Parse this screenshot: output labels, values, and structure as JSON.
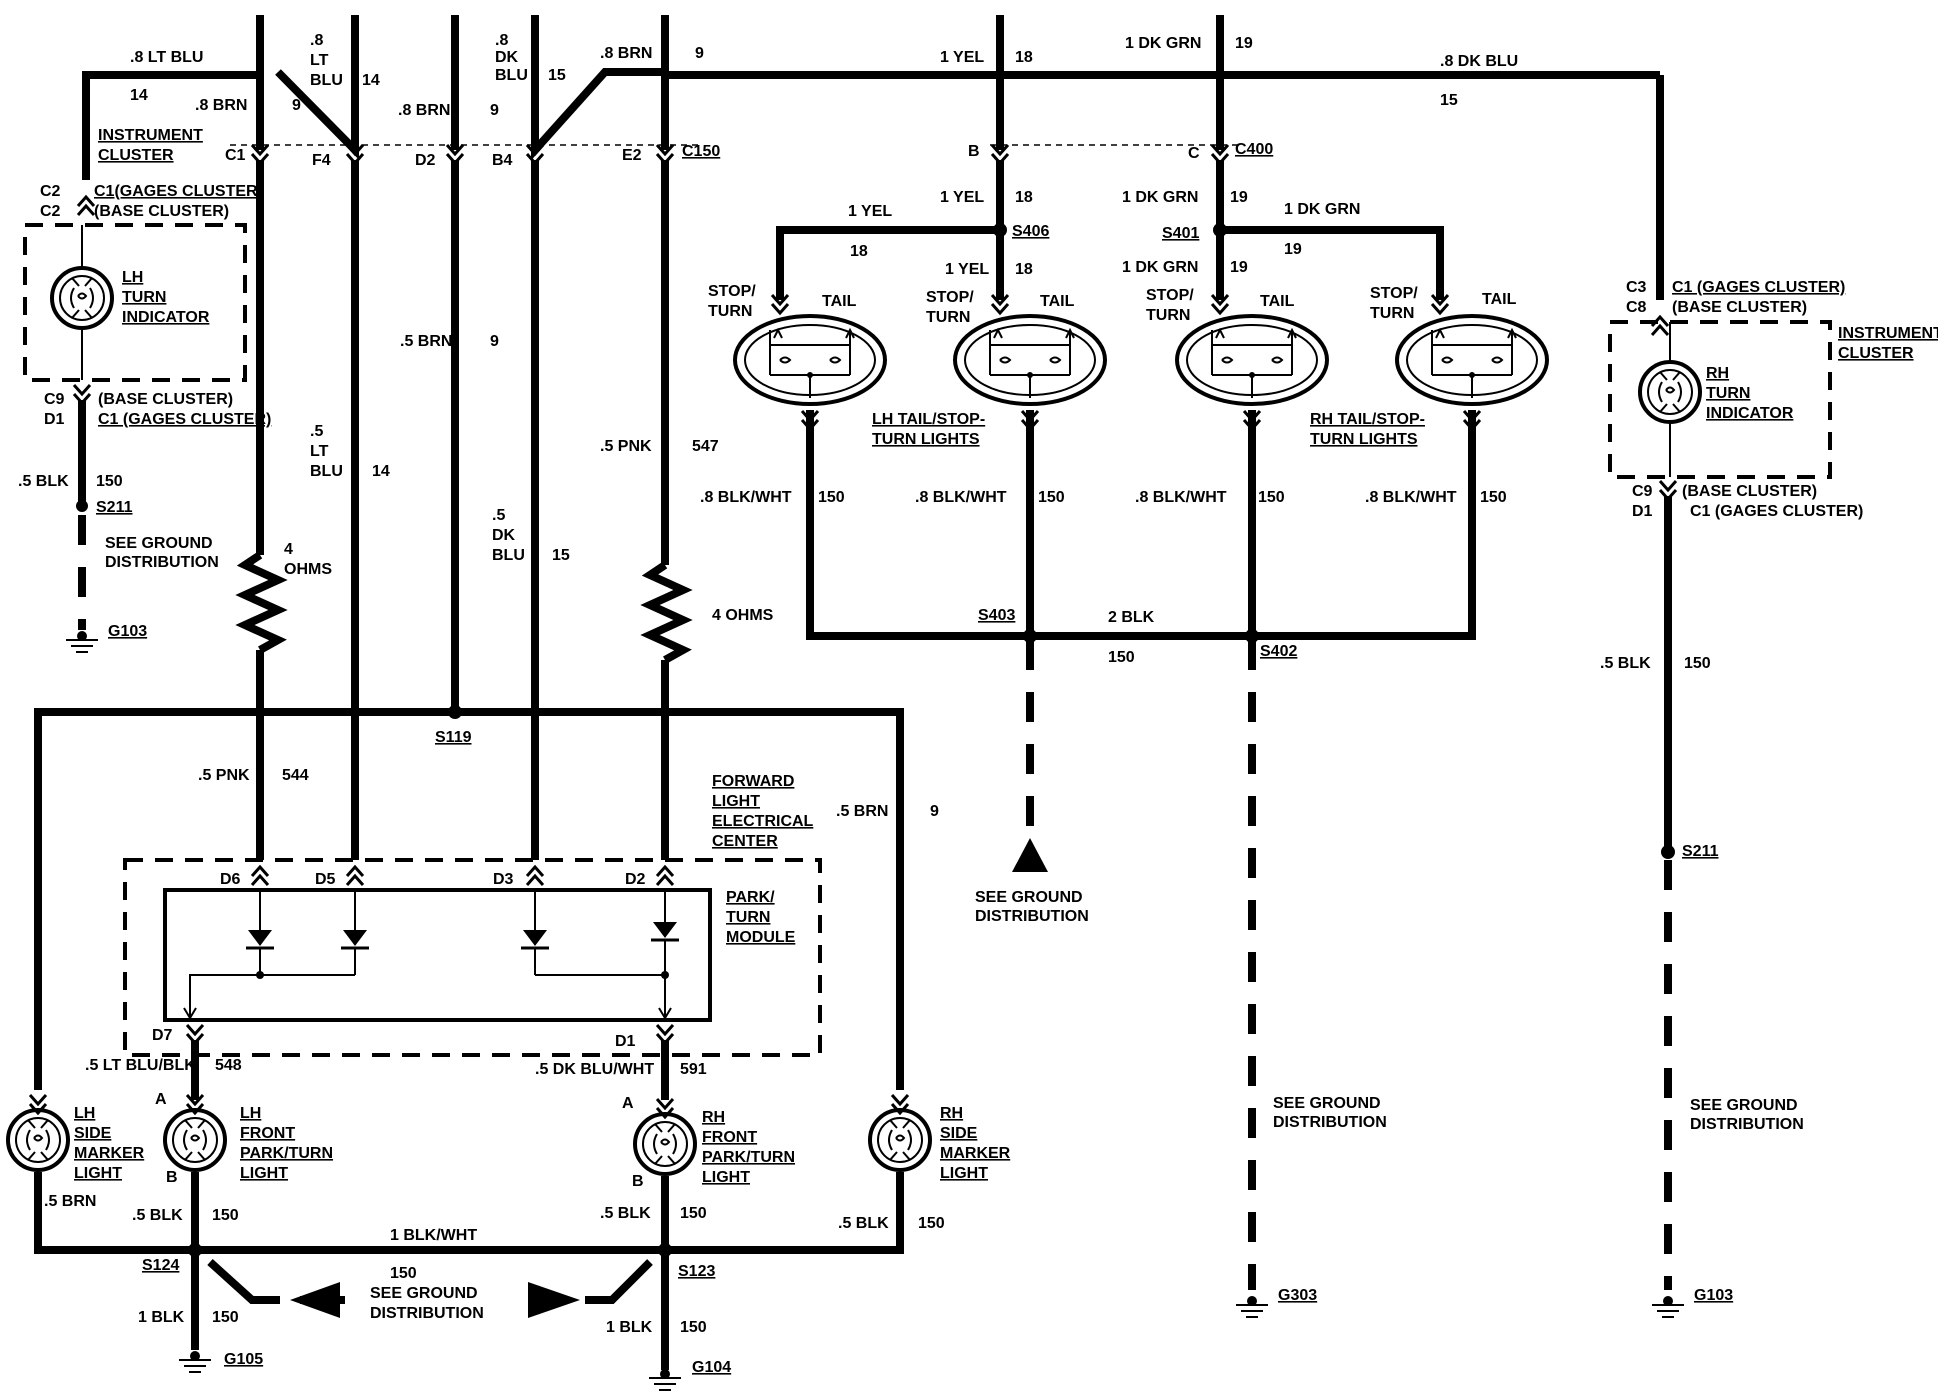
{
  "top_wires": {
    "lt_blu_8": ".8 LT BLU",
    "c14": "14",
    "brn_8": ".8 BRN",
    "c9": "9",
    "lt_8": ".8",
    "lt": "LT",
    "blu": "BLU",
    "c14b": "14",
    "brn_8b": ".8 BRN",
    "c9b": "9",
    "dk_8": ".8",
    "dk": "DK",
    "dkblu": "BLU",
    "c15": "15",
    "brn_8c": ".8 BRN",
    "c9c": "9",
    "yel_1": "1 YEL",
    "c18": "18",
    "dkgrn_1": "1 DK GRN",
    "c19": "19",
    "dkblu_8": ".8 DK BLU",
    "c15b": "15"
  },
  "connector_pins": {
    "c1": "C1",
    "f4": "F4",
    "d2": "D2",
    "b4": "B4",
    "e2": "E2",
    "c150": "C150",
    "b": "B",
    "c": "C",
    "c400": "C400"
  },
  "lh_cluster": {
    "title1": "INSTRUMENT",
    "title2": "CLUSTER",
    "c2a": "C2",
    "c2b": "C2",
    "c1_gages": "C1(GAGES CLUSTER)",
    "base": "(BASE CLUSTER)",
    "indicator1": "LH",
    "indicator2": "TURN",
    "indicator3": "INDICATOR",
    "c9": "C9",
    "d1": "D1",
    "base2": "(BASE CLUSTER)",
    "c1_gages2": "C1 (GAGES CLUSTER)",
    "blk": ".5 BLK",
    "c150": "150",
    "splice": "S211",
    "see1": "SEE GROUND",
    "see2": "DISTRIBUTION",
    "ground": "G103"
  },
  "mid_wires": {
    "brn5": ".5 BRN",
    "c9": "9",
    "lt5": ".5",
    "lt": "LT",
    "blu": "BLU",
    "c14": "14",
    "ohms4a": "4",
    "ohms4b": "OHMS",
    "dk5": ".5",
    "dk": "DK",
    "dkblu": "BLU",
    "c15": "15",
    "pnk5": ".5 PNK",
    "c547": "547",
    "ohms": "4 OHMS",
    "s119": "S119",
    "pnk544": ".5 PNK",
    "c544": "544",
    "flec1": "FORWARD",
    "flec2": "LIGHT",
    "flec3": "ELECTRICAL",
    "flec4": "CENTER",
    "brn_r": ".5 BRN",
    "c9r": "9"
  },
  "module": {
    "d6": "D6",
    "d5": "D5",
    "d3": "D3",
    "d2": "D2",
    "name1": "PARK/",
    "name2": "TURN",
    "name3": "MODULE",
    "d7": "D7",
    "d1": "D1"
  },
  "front_lights": {
    "ltblublk": ".5 LT BLU/BLK",
    "c548": "548",
    "dkbluwht": ".5 DK BLU/WHT",
    "c591": "591",
    "a1": "A",
    "b1": "B",
    "a2": "A",
    "b2": "B",
    "lhside1": "LH",
    "lhside2": "SIDE",
    "lhside3": "MARKER",
    "lhside4": "LIGHT",
    "lhfront1": "LH",
    "lhfront2": "FRONT",
    "lhfront3": "PARK/TURN",
    "lhfront4": "LIGHT",
    "rhfront1": "RH",
    "rhfront2": "FRONT",
    "rhfront3": "PARK/TURN",
    "rhfront4": "LIGHT",
    "rhside1": "RH",
    "rhside2": "SIDE",
    "rhside3": "MARKER",
    "rhside4": "LIGHT",
    "brn5": ".5 BRN",
    "blk5a": ".5 BLK",
    "c150a": "150",
    "blkwht": "1 BLK/WHT",
    "c150mid": "150",
    "blk5b": ".5 BLK",
    "c150b": "150",
    "blk5c": ".5 BLK",
    "c150c": "150",
    "s124": "S124",
    "s123": "S123",
    "see1": "SEE GROUND",
    "see2": "DISTRIBUTION",
    "blk1a": "1 BLK",
    "c150d": "150",
    "blk1b": "1 BLK",
    "c150e": "150",
    "g105": "G105",
    "g104": "G104"
  },
  "rear": {
    "yel1": "1 YEL",
    "c18a": "18",
    "yel1b": "1 YEL",
    "c18b": "18",
    "s406": "S406",
    "c18c": "18",
    "yel1c": "1 YEL",
    "c18d": "18",
    "dkgrn1": "1 DK GRN",
    "c19a": "19",
    "s401": "S401",
    "dkgrn1b": "1 DK GRN",
    "c19b": "19",
    "dkgrn1c": "1 DK GRN",
    "c19c": "19",
    "st1": "STOP/",
    "st1b": "TURN",
    "tail1": "TAIL",
    "st2": "STOP/",
    "st2b": "TURN",
    "tail2": "TAIL",
    "st3": "STOP/",
    "st3b": "TURN",
    "tail3": "TAIL",
    "st4": "STOP/",
    "st4b": "TURN",
    "tail4": "TAIL",
    "lhtail1": "LH TAIL/STOP-",
    "lhtail2": "TURN LIGHTS",
    "rhtail1": "RH TAIL/STOP-",
    "rhtail2": "TURN LIGHTS",
    "bw1": ".8 BLK/WHT",
    "c150a": "150",
    "bw2": ".8 BLK/WHT",
    "c150b": "150",
    "bw3": ".8 BLK/WHT",
    "c150c": "150",
    "bw4": ".8 BLK/WHT",
    "c150d": "150",
    "s403": "S403",
    "blk2": "2 BLK",
    "c150e": "150",
    "s402": "S402",
    "see1": "SEE GROUND",
    "see2": "DISTRIBUTION",
    "see3": "SEE GROUND",
    "see4": "DISTRIBUTION",
    "g303": "G303"
  },
  "rh_cluster": {
    "c3": "C3",
    "c8": "C8",
    "c1gages": "C1 (GAGES CLUSTER)",
    "base": "(BASE CLUSTER)",
    "title1": "INSTRUMENT",
    "title2": "CLUSTER",
    "ind1": "RH",
    "ind2": "TURN",
    "ind3": "INDICATOR",
    "c9": "C9",
    "d1": "D1",
    "base2": "(BASE CLUSTER)",
    "c1gages2": "C1  (GAGES CLUSTER)",
    "blk": ".5 BLK",
    "c150": "150",
    "s211": "S211",
    "see1": "SEE GROUND",
    "see2": "DISTRIBUTION",
    "g103": "G103"
  }
}
